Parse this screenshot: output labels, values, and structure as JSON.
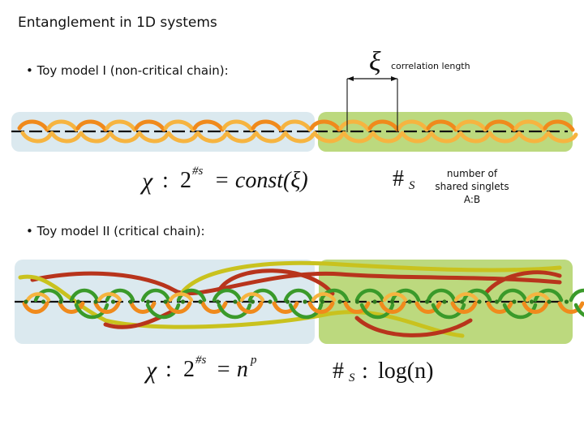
{
  "title": "Entanglement in 1D systems",
  "model1": {
    "label": "• Toy model I (non-critical chain):",
    "xi_symbol": "ξ",
    "corr_label": "correlation length",
    "chi_symbol": "χ",
    "colon": ":",
    "formula_lhs": "2",
    "formula_exp": "#s",
    "formula_rhs": "= const(ξ)",
    "count_symbol": "#",
    "count_sub": "S",
    "shared_label_1": "number of",
    "shared_label_2": "shared singlets",
    "shared_label_3": "A:B"
  },
  "model2": {
    "label": "• Toy model II (critical chain):",
    "chi_symbol": "χ",
    "colon": ":",
    "formula_lhs": "2",
    "formula_exp": "#s",
    "formula_rhs_base": "= n",
    "formula_rhs_exp": "p",
    "count_symbol": "#",
    "count_sub": "S",
    "count_colon": ":",
    "count_value": "log(n)"
  },
  "colors": {
    "region_a": "#dbe9ef",
    "region_b": "#bcd97e",
    "orange_link": "#f08a1c",
    "orange_light": "#f6b440",
    "green_link": "#3a9a2a",
    "red_link": "#b8341c",
    "yellow_link": "#c9c21e",
    "dot": "#2e7a1e"
  }
}
